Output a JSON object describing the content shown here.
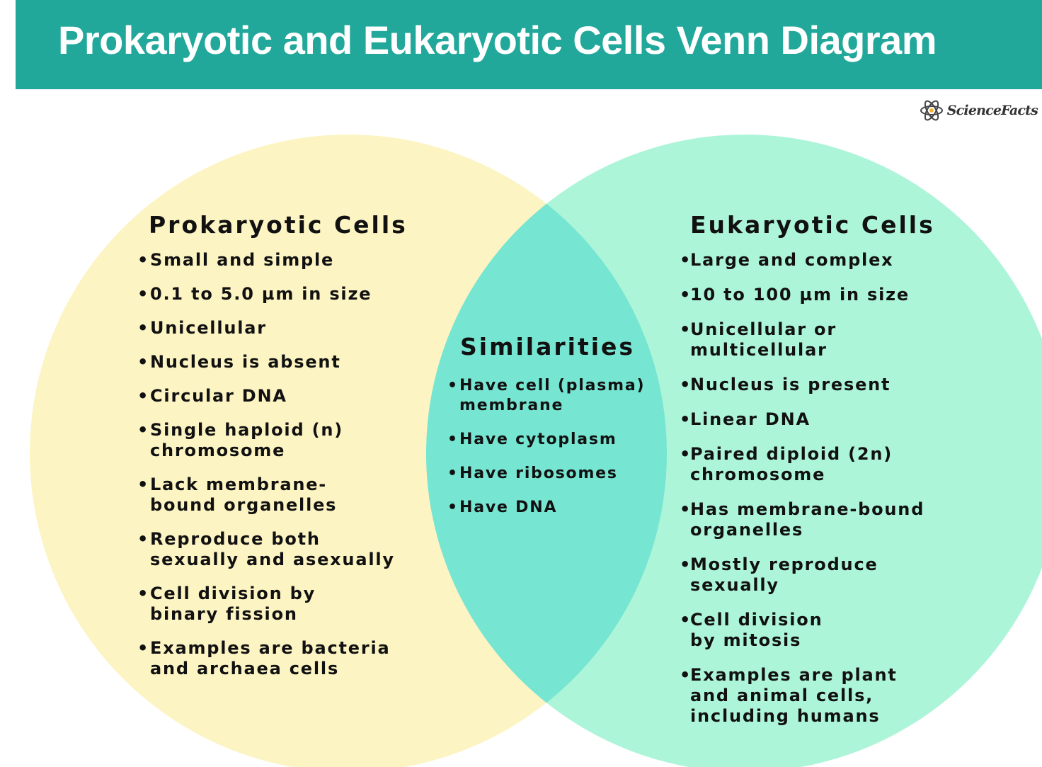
{
  "header": {
    "title": "Prokaryotic and Eukaryotic  Cells Venn Diagram"
  },
  "logo": {
    "text": "ScienceFacts",
    "icon": "atom-icon"
  },
  "colors": {
    "header_bg": "#21a89a",
    "left_circle": "#fdf4c3",
    "right_circle": "#adf5d9",
    "overlap": "#76e5d2"
  },
  "left": {
    "heading": "Prokaryotic Cells",
    "items": [
      "Small and simple",
      "0.1 to 5.0 µm in size",
      "Unicellular",
      "Nucleus is absent",
      "Circular DNA",
      "Single haploid (n)\nchromosome",
      "Lack membrane-\nbound organelles",
      "Reproduce both\nsexually and asexually",
      "Cell division by\nbinary fission",
      "Examples are bacteria\nand archaea cells"
    ]
  },
  "middle": {
    "heading": "Similarities",
    "items": [
      "Have cell (plasma)\nmembrane",
      "Have cytoplasm",
      "Have ribosomes",
      "Have DNA"
    ]
  },
  "right": {
    "heading": "Eukaryotic Cells",
    "items": [
      "Large and complex",
      "10 to 100 µm in size",
      "Unicellular or\nmulticellular",
      "Nucleus is present",
      "Linear DNA",
      "Paired diploid (2n)\nchromosome",
      "Has membrane-bound\norganelles",
      "Mostly reproduce\nsexually",
      "Cell division\nby mitosis",
      "Examples are plant\nand animal cells,\nincluding humans"
    ]
  }
}
